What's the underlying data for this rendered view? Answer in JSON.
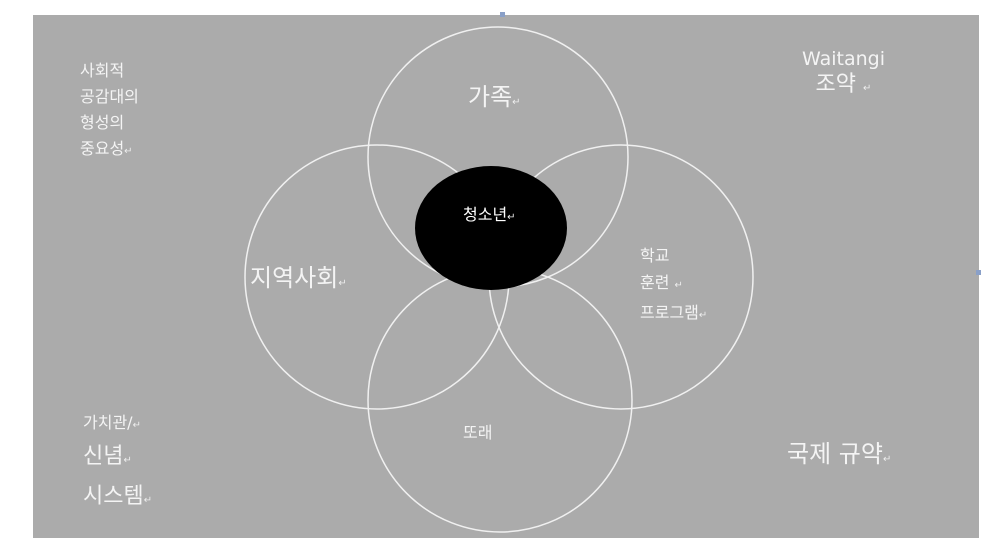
{
  "diagram": {
    "center": "청소년",
    "circles": [
      "가족",
      "지역사회",
      "학교\n훈련\n프로그램",
      "또래"
    ],
    "school_lines": [
      "학교",
      "훈련",
      "프로그램"
    ],
    "corners": {
      "top_left": [
        "사회적",
        "공감대의",
        "형성의",
        "중요성"
      ],
      "top_right": [
        "Waitangi",
        "조약"
      ],
      "bottom_left": [
        "가치관/",
        "신념",
        "시스템"
      ],
      "bottom_right": "국제 규약"
    },
    "paragraph_mark": "↵",
    "colors": {
      "background": "#ababab",
      "circle_stroke": "#f0f0f0",
      "center_fill": "#000000",
      "text": "#f4f4f4"
    }
  }
}
